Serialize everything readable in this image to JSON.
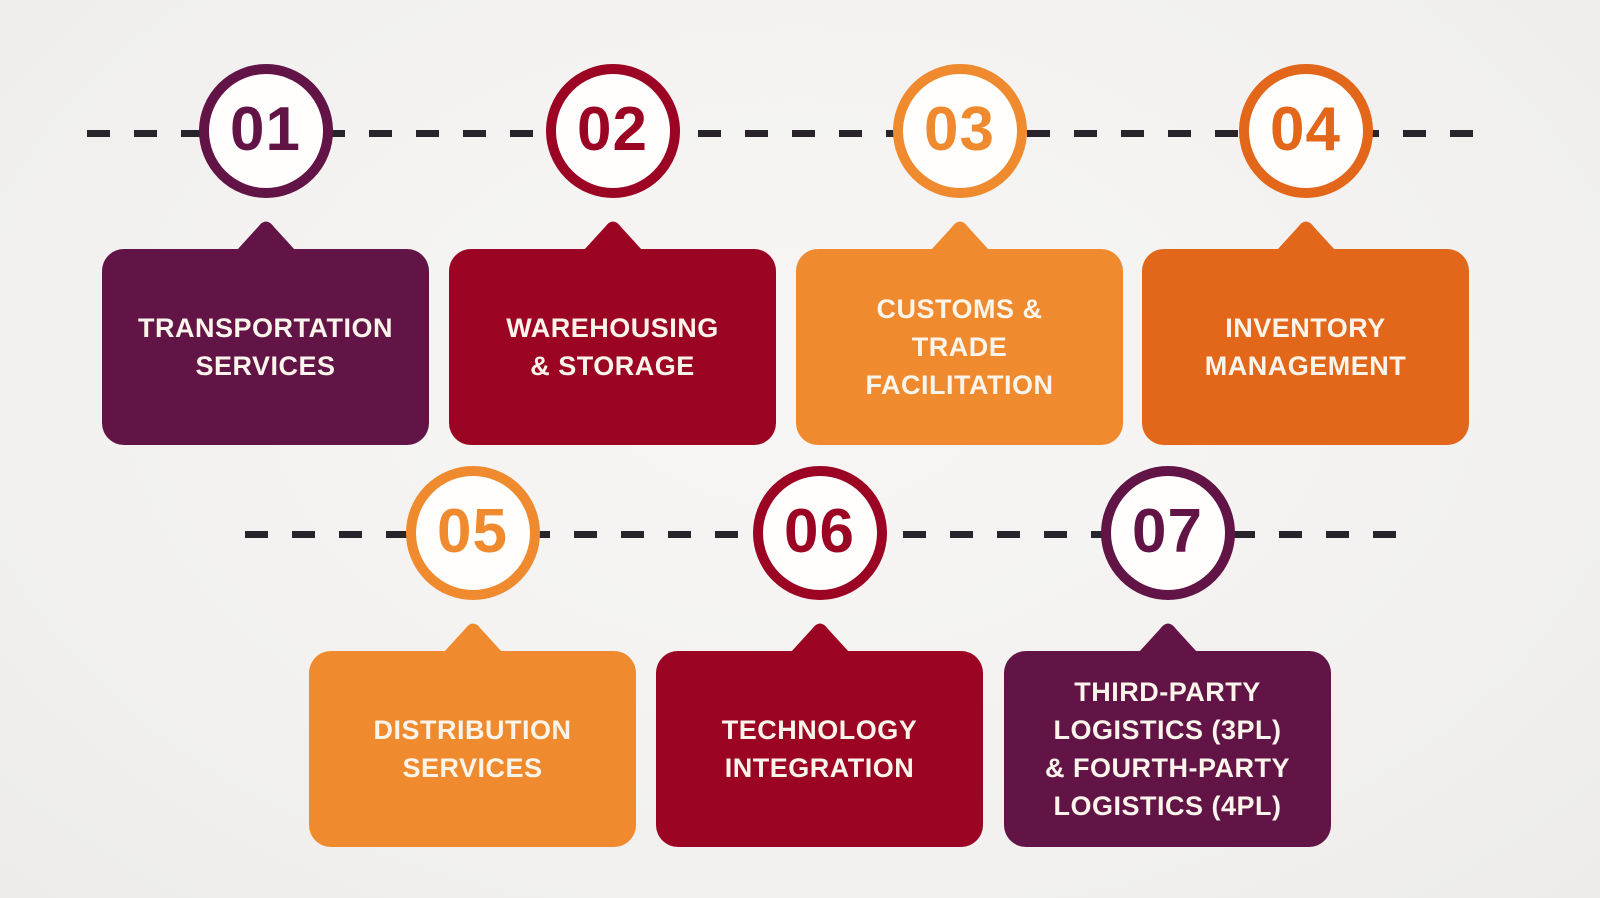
{
  "background_color": "#f3f2f0",
  "line_color": "#29242b",
  "circle_fill": "#fffefd",
  "label_text_color": "#fbf4ea",
  "steps": [
    {
      "number": "01",
      "label": "TRANSPORTATION\nSERVICES",
      "color": "#611445"
    },
    {
      "number": "02",
      "label": "WAREHOUSING\n& STORAGE",
      "color": "#9c0423"
    },
    {
      "number": "03",
      "label": "CUSTOMS &\nTRADE\nFACILITATION",
      "color": "#f08a2e"
    },
    {
      "number": "04",
      "label": "INVENTORY\nMANAGEMENT",
      "color": "#e2671a"
    },
    {
      "number": "05",
      "label": "DISTRIBUTION\nSERVICES",
      "color": "#f08a2e"
    },
    {
      "number": "06",
      "label": "TECHNOLOGY\nINTEGRATION",
      "color": "#9c0423"
    },
    {
      "number": "07",
      "label": "THIRD-PARTY\nLOGISTICS (3PL)\n& FOURTH-PARTY\nLOGISTICS (4PL)",
      "color": "#611445"
    }
  ]
}
